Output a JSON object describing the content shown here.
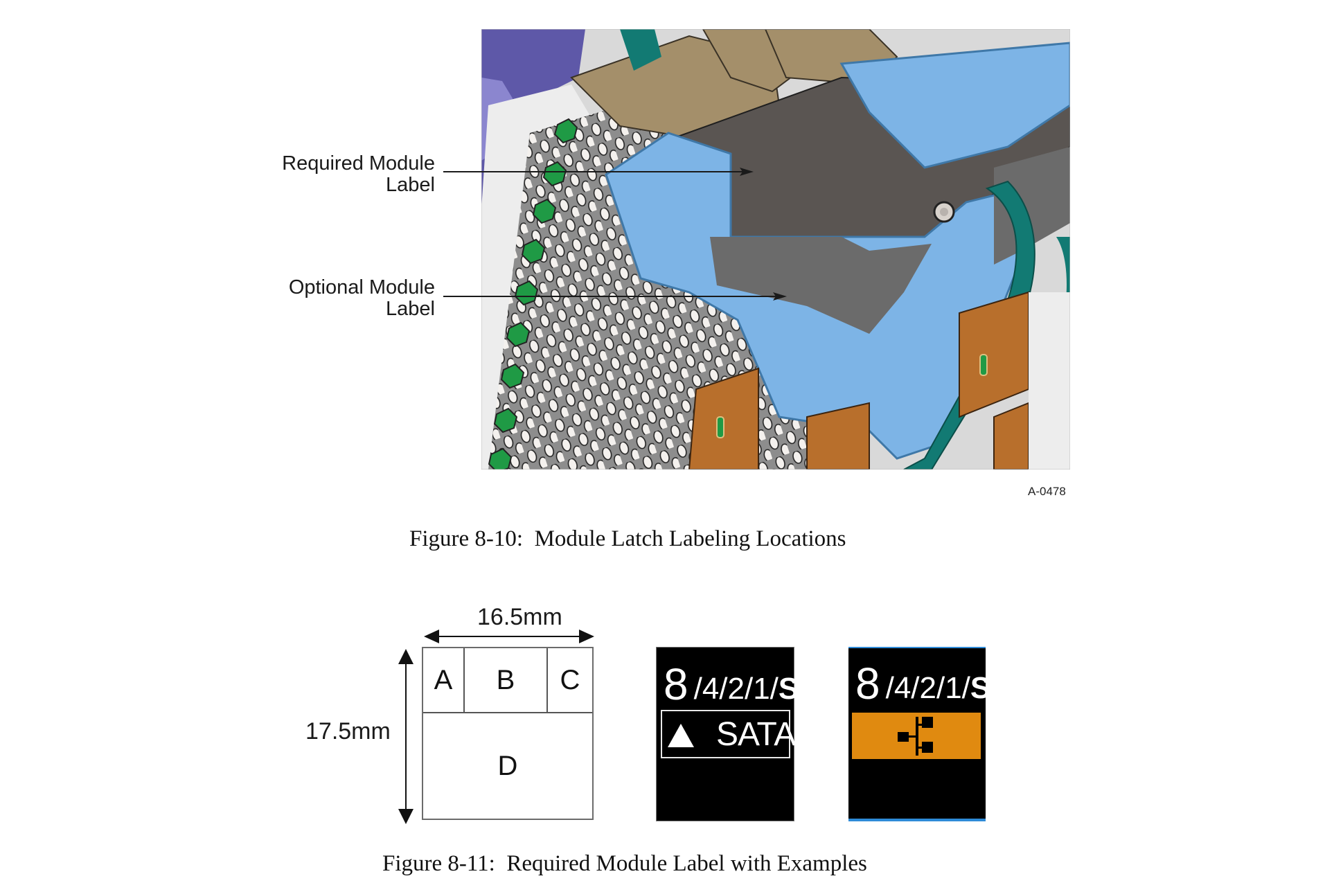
{
  "figure_8_10": {
    "callouts": [
      {
        "line1": "Required Module",
        "line2": "Label"
      },
      {
        "line1": "Optional Module",
        "line2": "Label"
      }
    ],
    "illustration": {
      "subject": "module latch assembly (3D render)",
      "colors": {
        "latch_blue": "#7DB4E6",
        "latch_teal": "#127A73",
        "label_area_gray": "#6B6B6B",
        "handle_tan": "#A48F6A",
        "frame_purple": "#5E58A8",
        "connector_orange": "#B86F2C",
        "led_green": "#1F9A45"
      }
    },
    "ref_code": "A-0478",
    "caption": "Figure 8-10:  Module Latch Labeling Locations"
  },
  "figure_8_11": {
    "layout_diagram": {
      "width_label": "16.5mm",
      "height_label": "17.5mm",
      "cells": [
        "A",
        "B",
        "C",
        "D"
      ]
    },
    "examples": [
      {
        "speed_primary": "8",
        "speed_rest": "/4/2/1/",
        "speed_suffix": "S",
        "protocol_icon": "triangle-icon",
        "protocol_text": "SATA",
        "background": "#000000"
      },
      {
        "speed_primary": "8",
        "speed_rest": "/4/2/1/",
        "speed_suffix": "S",
        "protocol_icon": "network-topology-icon",
        "band_color": "#E08A10",
        "background": "#000000",
        "border_color": "#2E8BD8"
      }
    ],
    "caption": "Figure 8-11:  Required Module Label with Examples"
  }
}
